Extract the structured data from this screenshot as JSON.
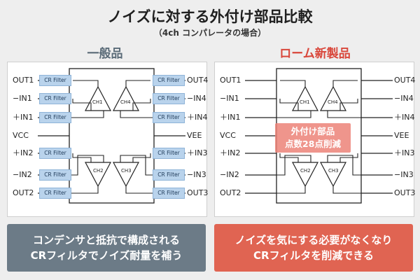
{
  "title": "ノイズに対する外付け部品比較",
  "subtitle": "（4ch コンパレータの場合）",
  "columns": {
    "left": {
      "label": "一般品"
    },
    "right": {
      "label": "ローム新製品"
    }
  },
  "pins_left_side": [
    "OUT1",
    "−IN1",
    "＋IN1",
    "VCC",
    "＋IN2",
    "−IN2",
    "OUT2"
  ],
  "pins_right_side": [
    "OUT4",
    "−IN4",
    "＋IN4",
    "VEE",
    "＋IN3",
    "−IN3",
    "OUT3"
  ],
  "filter_label": "CR Filter",
  "channels": [
    "CH1",
    "CH2",
    "CH3",
    "CH4"
  ],
  "callout": {
    "line1": "外付け部品",
    "line2": "点数28点削減"
  },
  "banners": {
    "left": {
      "line1": "コンデンサと抵抗で構成される",
      "line2": "CRフィルタでノイズ耐量を補う"
    },
    "right": {
      "line1": "ノイズを気にする必要がなくなり",
      "line2": "CRフィルタを削減できる"
    }
  },
  "colors": {
    "left_accent": "#5a6b78",
    "right_accent": "#d9473b",
    "filter_fill": "#b9d3ec",
    "left_banner": "#6c7b87",
    "right_banner": "#e06452"
  }
}
